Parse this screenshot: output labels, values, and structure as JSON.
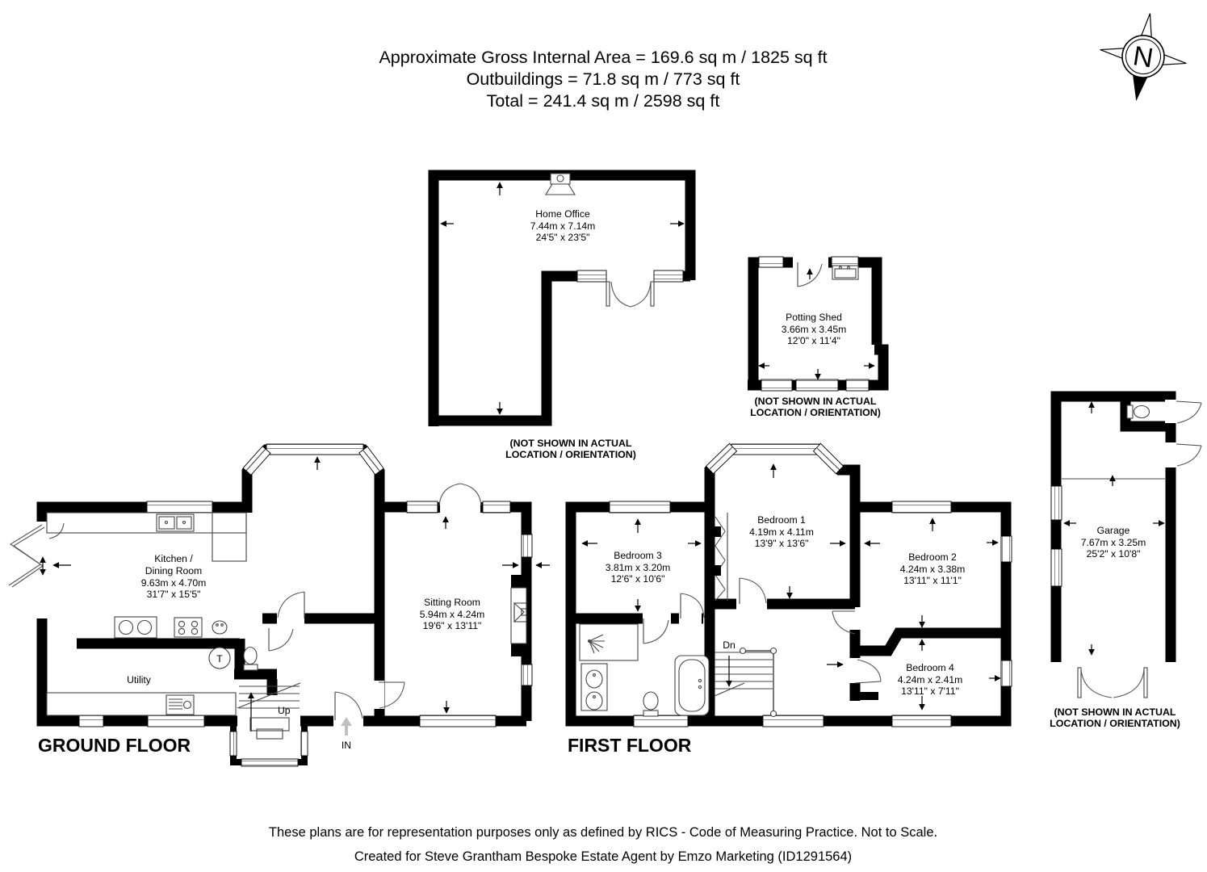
{
  "header": {
    "line1": "Approximate Gross Internal Area = 169.6 sq m / 1825 sq ft",
    "line2": "Outbuildings = 71.8 sq m / 773 sq ft",
    "line3": "Total = 241.4 sq m / 2598 sq ft"
  },
  "compass": {
    "north": "N"
  },
  "captions": {
    "not_shown_1": "(NOT SHOWN IN ACTUAL",
    "not_shown_2": "LOCATION / ORIENTATION)"
  },
  "floors": {
    "ground": {
      "title": "GROUND FLOOR",
      "kitchen": {
        "name1": "Kitchen /",
        "name2": "Dining Room",
        "metric": "9.63m x 4.70m",
        "imperial": "31'7\" x 15'5\""
      },
      "sitting": {
        "name": "Sitting Room",
        "metric": "5.94m x 4.24m",
        "imperial": "19'6\" x 13'11\""
      },
      "utility": {
        "name": "Utility"
      },
      "labels": {
        "up": "Up",
        "in": "IN",
        "t": "T"
      }
    },
    "first": {
      "title": "FIRST FLOOR",
      "bedroom1": {
        "name": "Bedroom 1",
        "metric": "4.19m x 4.11m",
        "imperial": "13'9\" x 13'6\""
      },
      "bedroom2": {
        "name": "Bedroom 2",
        "metric": "4.24m x 3.38m",
        "imperial": "13'11\" x 11'1\""
      },
      "bedroom3": {
        "name": "Bedroom 3",
        "metric": "3.81m x 3.20m",
        "imperial": "12'6\" x 10'6\""
      },
      "bedroom4": {
        "name": "Bedroom 4",
        "metric": "4.24m x 2.41m",
        "imperial": "13'11\" x 7'11\""
      },
      "labels": {
        "dn": "Dn"
      }
    },
    "outbuildings": {
      "home_office": {
        "name": "Home Office",
        "metric": "7.44m x 7.14m",
        "imperial": "24'5\" x 23'5\""
      },
      "potting_shed": {
        "name": "Potting Shed",
        "metric": "3.66m x 3.45m",
        "imperial": "12'0\" x 11'4\""
      },
      "garage": {
        "name": "Garage",
        "metric": "7.67m x 3.25m",
        "imperial": "25'2\" x 10'8\""
      }
    }
  },
  "footer": {
    "line1": "These plans are for representation purposes only as defined by RICS - Code of Measuring Practice. Not to Scale.",
    "line2": "Created for Steve Grantham Bespoke Estate Agent by Emzo Marketing (ID1291564)"
  }
}
